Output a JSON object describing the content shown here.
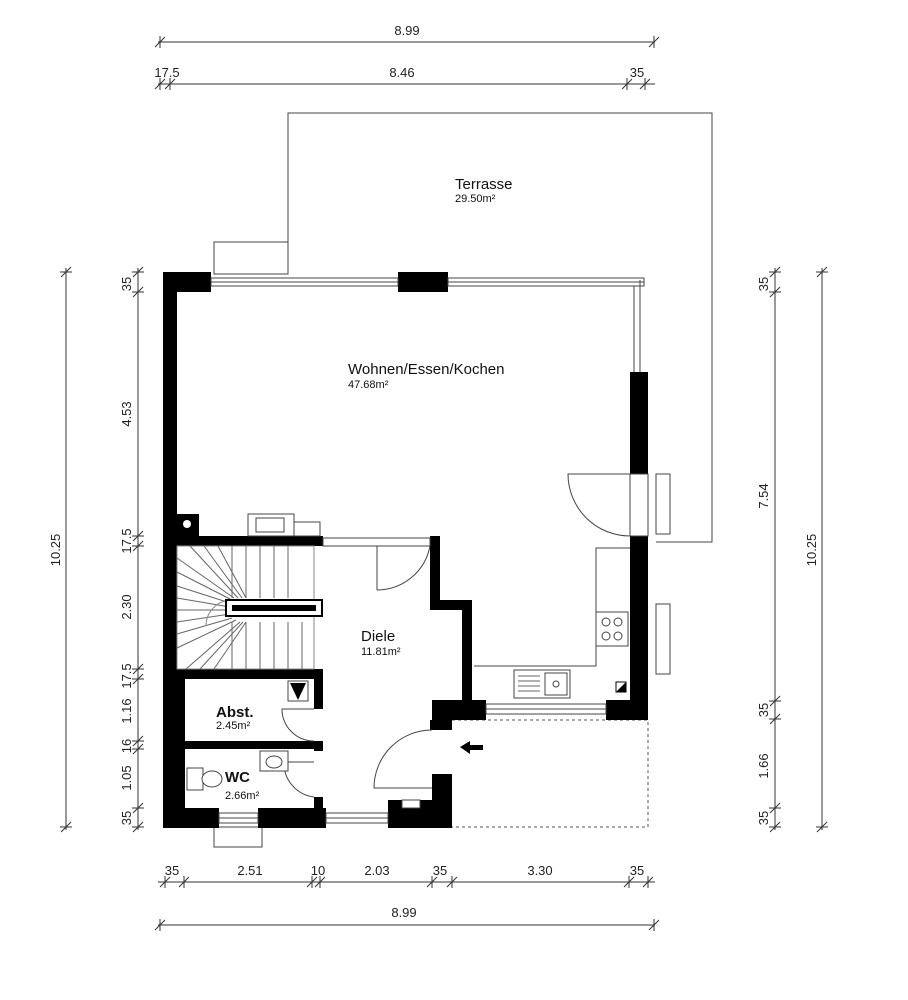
{
  "rooms": {
    "terrasse": {
      "name": "Terrasse",
      "area": "29.50m²"
    },
    "wohnen": {
      "name": "Wohnen/Essen/Kochen",
      "area": "47.68m²"
    },
    "diele": {
      "name": "Diele",
      "area": "11.81m²"
    },
    "abst": {
      "name": "Abst.",
      "area": "2.45m²"
    },
    "wc": {
      "name": "WC",
      "area": "2.66m²"
    }
  },
  "dimensions": {
    "top_total": "8.99",
    "top_segments": [
      "17.5",
      "8.46",
      "35"
    ],
    "bottom_segments": [
      "35",
      "2.51",
      "10",
      "2.03",
      "35",
      "3.30",
      "35"
    ],
    "bottom_total": "8.99",
    "left_total": "10.25",
    "left_segments": [
      "35",
      "4.53",
      "17.5",
      "2.30",
      "17.5",
      "1.16",
      "16",
      "1.05",
      "35"
    ],
    "right_segments": [
      "35",
      "7.54",
      "35",
      "1.66",
      "35"
    ],
    "right_total": "10.25"
  }
}
